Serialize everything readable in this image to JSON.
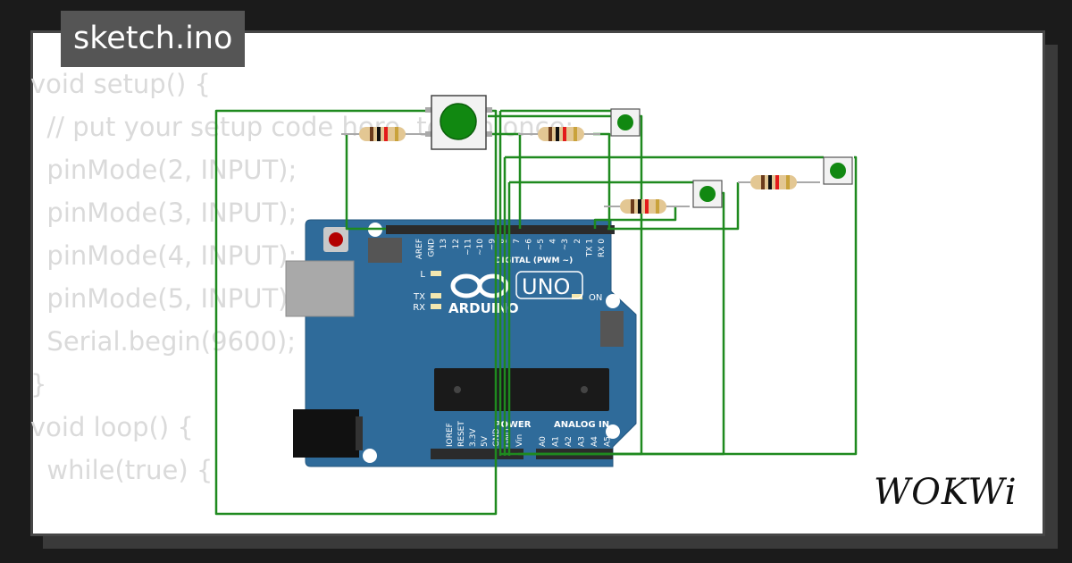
{
  "file_title": "sketch.ino",
  "code_lines": [
    "void setup() {",
    "  // put your setup code here, to run once:",
    "  pinMode(2, INPUT);",
    "  pinMode(3, INPUT);",
    "  pinMode(4, INPUT);",
    "  pinMode(5, INPUT);",
    "  Serial.begin(9600);",
    "}",
    "",
    "void loop() {",
    "  while(true) {"
  ],
  "board": {
    "brand": "ARDUINO",
    "model": "UNO",
    "digital_label": "DIGITAL (PWM ~)",
    "power_label": "POWER",
    "analog_label": "ANALOG IN",
    "on_label": "ON",
    "led_labels": [
      "L",
      "TX",
      "RX"
    ],
    "digital_pins": [
      "AREF",
      "GND",
      "13",
      "12",
      "~11",
      "~10",
      "~9",
      "8",
      "7",
      "~6",
      "~5",
      "4",
      "~3",
      "2",
      "TX 1",
      "RX 0"
    ],
    "power_pins": [
      "IOREF",
      "RESET",
      "3.3V",
      "5V",
      "GND",
      "GND",
      "Vin"
    ],
    "analog_pins": [
      "A0",
      "A1",
      "A2",
      "A3",
      "A4",
      "A5"
    ]
  },
  "logo_text": "WOKWi",
  "colors": {
    "wire": "#1f8a1f",
    "board": "#2f6b9a",
    "button": "#118811",
    "logo": "#111111"
  }
}
